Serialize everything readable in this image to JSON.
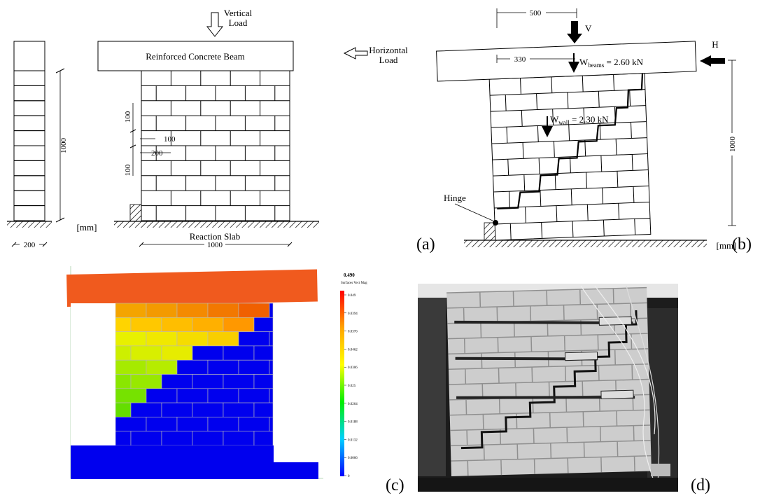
{
  "panel_labels": [
    "(a)",
    "(b)",
    "(c)",
    "(d)"
  ],
  "panel_a": {
    "vertical_load": [
      "Vertical",
      "Load"
    ],
    "horizontal_load": [
      "Horizontal",
      "Load"
    ],
    "beam_label": "Reinforced Concrete Beam",
    "reaction_slab": "Reaction Slab",
    "dim_height": "1000",
    "dim_width": "1000",
    "dim_side_width": "200",
    "dim_unit_h1": "100",
    "dim_unit_h2": "100",
    "dim_half_unit": "100",
    "dim_unit_len": "200",
    "unit": "[mm]"
  },
  "panel_b": {
    "dim_500": "500",
    "dim_330": "330",
    "v_label": "V",
    "h_label": "H",
    "w_beams": {
      "prefix": "W",
      "sub": "beams",
      "value": " = 2.60 kN"
    },
    "w_wall": {
      "prefix": "W",
      "sub": "wall",
      "value": " = 2.30 kN"
    },
    "hinge": "Hinge",
    "dim_height": "1000",
    "unit": "[mm]"
  },
  "panel_c": {
    "legend_top": "0.490",
    "legend_title": "Surfaces Vect Mag",
    "legend_ticks": [
      "0.049",
      "0.0394",
      "0.0376",
      "0.0462",
      "0.0306",
      "0.025",
      "0.0264",
      "0.0188",
      "0.0132",
      "0.0066",
      "0"
    ],
    "colors": {
      "beam": "#f05a1e",
      "slab": "#0000ee",
      "rigid": "#0000ee"
    }
  },
  "panel_d": {
    "photo_colors": {
      "background": "#1c1c1c",
      "blocks": "#cdcdcd",
      "mortar": "#8f8f8f"
    }
  }
}
